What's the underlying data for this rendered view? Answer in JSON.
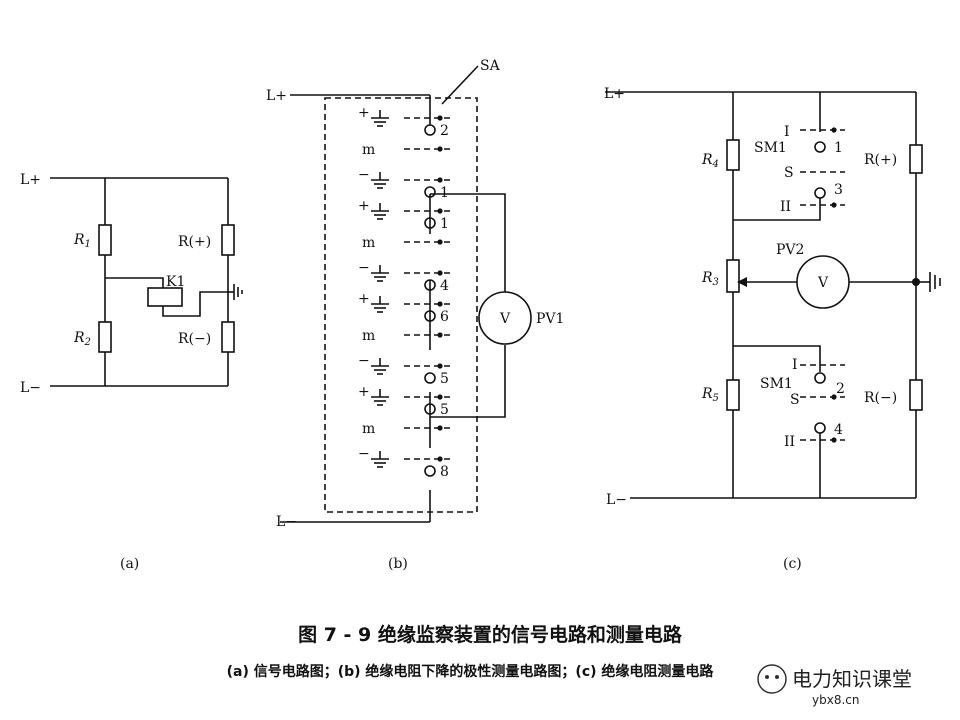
{
  "panel_a": {
    "l_plus": "L+",
    "l_minus": "L−",
    "r1": "R",
    "r1_sub": "1",
    "r2": "R",
    "r2_sub": "2",
    "r_plus": "R(+)",
    "r_minus": "R(−)",
    "relay": "K1",
    "label": "(a)"
  },
  "panel_b": {
    "l_plus": "L+",
    "l_minus": "L−",
    "switch": "SA",
    "meter": "V",
    "meter_label": "PV1",
    "label": "(b)",
    "rows": [
      {
        "left": "+",
        "num": "2"
      },
      {
        "left": "m",
        "num": ""
      },
      {
        "left": "−",
        "num": "1"
      },
      {
        "left": "+",
        "num": "1"
      },
      {
        "left": "m",
        "num": ""
      },
      {
        "left": "−",
        "num": "4"
      },
      {
        "left": "+",
        "num": "6"
      },
      {
        "left": "m",
        "num": ""
      },
      {
        "left": "−",
        "num": "5"
      },
      {
        "left": "+",
        "num": "5"
      },
      {
        "left": "m",
        "num": ""
      },
      {
        "left": "−",
        "num": "8"
      }
    ]
  },
  "panel_c": {
    "l_plus": "L+",
    "l_minus": "L−",
    "r4": "R",
    "r4_sub": "4",
    "r3": "R",
    "r3_sub": "3",
    "r5": "R",
    "r5_sub": "5",
    "r_plus": "R(+)",
    "r_minus": "R(−)",
    "meter": "V",
    "meter_label": "PV2",
    "sm1_top": "SM1",
    "sm1_bottom": "SM1",
    "pos_i_top": "I",
    "pos_s_top": "S",
    "pos_ii_top": "II",
    "pos_i_bottom": "I",
    "pos_s_bottom": "S",
    "pos_ii_bottom": "II",
    "c1": "1",
    "c3": "3",
    "c2": "2",
    "c4": "4",
    "label": "(c)"
  },
  "caption": {
    "title": "图 7 - 9   绝缘监察装置的信号电路和测量电路",
    "subtitle": "(a) 信号电路图；(b) 绝缘电阻下降的极性测量电路图；(c) 绝缘电阻测量电路"
  },
  "watermark": {
    "name": "电力知识课堂",
    "url": "ybx8.cn"
  }
}
